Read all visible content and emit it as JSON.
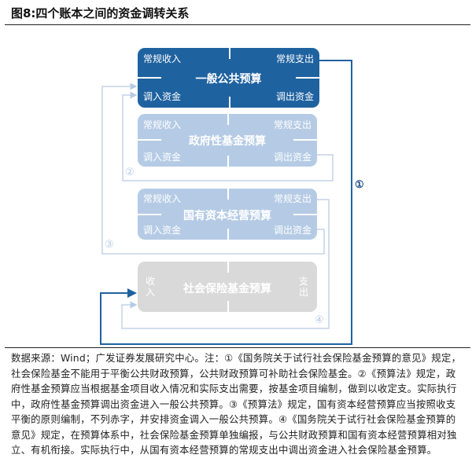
{
  "title": "图8:四个账本之间的资金调转关系",
  "boxes": [
    {
      "name": "一般公共预算",
      "tl": "常规收入",
      "tr": "常规支出",
      "bl": "调入资金",
      "br": "调出资金"
    },
    {
      "name": "政府性基金预算",
      "tl": "常规收入",
      "tr": "常规支出",
      "bl": "调入资金",
      "br": "调出资金"
    },
    {
      "name": "国有资本经营预算",
      "tl": "常规收入",
      "tr": "常规支出",
      "bl": "调入资金",
      "br": "调出资金"
    },
    {
      "name": "社会保险基金预算",
      "left": "收入",
      "right": "支出"
    }
  ],
  "markers": [
    "①",
    "②",
    "③",
    "④"
  ],
  "note": "数据来源：Wind；广发证券发展研究中心。注：①《国务院关于试行社会保险基金预算的意见》规定，社会保险基金不能用于平衡公共财政预算，公共财政预算可补助社会保险基金。②《预算法》规定，政府性基金预算应当根据基金项目收入情况和实际支出需要，按基金项目编制，做到以收定支。实际执行中，政府性基金预算调出资金进入一般公共预算。③《预算法》规定，国有资本经营预算应当按照收支平衡的原则编制，不列赤字，并安排资金调入一般公共预算。④《国务院关于试行社会保险基金预算的意见》规定，在预算体系中，社会保险基金预算单独编报，与公共财政预算和国有资本经营预算相对独立、有机衔接。实际执行中，从国有资本经营预算的常规支出中调出资金进入社会保险基金预算。"
}
